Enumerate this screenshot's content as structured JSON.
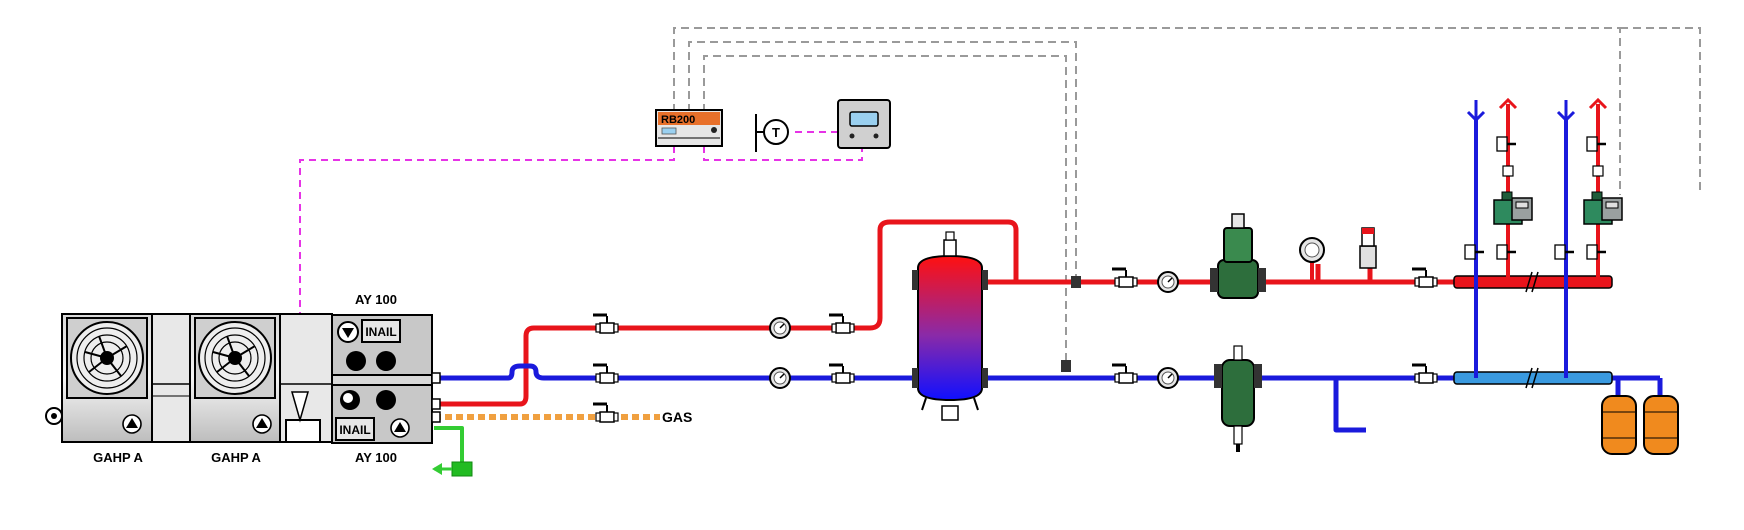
{
  "labels": {
    "unit1": "GAHP A",
    "unit2": "GAHP A",
    "ay_top": "AY 100",
    "ay_bottom": "AY 100",
    "gas": "GAS",
    "inail_top": "INAIL",
    "inail_bottom": "INAIL",
    "rb200": "RB200",
    "thermostat": "T"
  },
  "colors": {
    "hot_water": "#e8141b",
    "cold_water": "#1a1adc",
    "gas": "#f0a040",
    "drain": "#33cc33",
    "signal_line": "#e633e6",
    "control_bus": "#9a9a9a",
    "separator_fill": "#2d6e3c",
    "expansion_tank": "#f08a1e"
  },
  "icons": {
    "fan": "fan-icon",
    "pump": "circulator-pump-icon",
    "valve": "ball-valve-icon",
    "gauge": "pressure-gauge-icon",
    "thermometer": "thermometer-icon",
    "arrow_up": "arrow-up-icon",
    "arrow_down": "arrow-down-icon"
  }
}
